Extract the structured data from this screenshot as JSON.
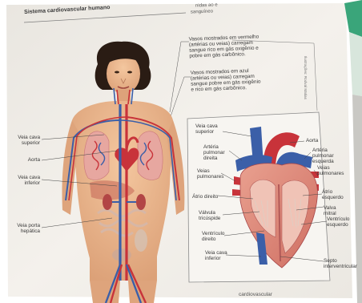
{
  "page": {
    "header_title": "Sistema cardiovascular humano",
    "header_fragment": "sanguíneo",
    "header_fragment_top": "nidas ao e",
    "side_credit": "Ilustrações: Rodval Matias",
    "footer_caption": "cardiovascular"
  },
  "body_labels": {
    "arteries_note": "Vasos mostrados em vermelho (artérias ou veias) carregam sangue rico em gás oxigênio e pobre em gás carbônico.",
    "veins_note": "Vasos mostrados em azul (artérias ou veias) carregam sangue pobre em gás oxigênio e rico em gás carbônico.",
    "superior_vena_cava": "Veia cava superior",
    "aorta": "Aorta",
    "inferior_vena_cava": "Veia cava inferior",
    "hepatic_portal_vein": "Veia porta hepática"
  },
  "heart_labels": {
    "superior_vena_cava": "Veia cava superior",
    "right_pulmonary_artery": "Artéria pulmonar direita",
    "pulmonary_veins_left": "Veias pulmonares",
    "right_atrium": "Átrio direito",
    "tricuspid_valve": "Válvula tricúspide",
    "right_ventricle": "Ventrículo direito",
    "inferior_vena_cava": "Veia cava inferior",
    "aorta": "Aorta",
    "left_pulmonary_artery": "Artéria pulmonar esquerda",
    "pulmonary_veins_right": "Veias pulmonares",
    "left_atrium": "Átrio esquerdo",
    "mitral_valve": "Valva mitral",
    "left_ventricle": "Ventrículo esquerdo",
    "septum": "Septo interventricular"
  },
  "colors": {
    "paper": "#f3f0ea",
    "skin": "#eab487",
    "artery_red": "#c8333a",
    "vein_blue": "#3b5fa8",
    "panel_border": "#8a8a8a",
    "green_stripe": "#3aa57a"
  }
}
